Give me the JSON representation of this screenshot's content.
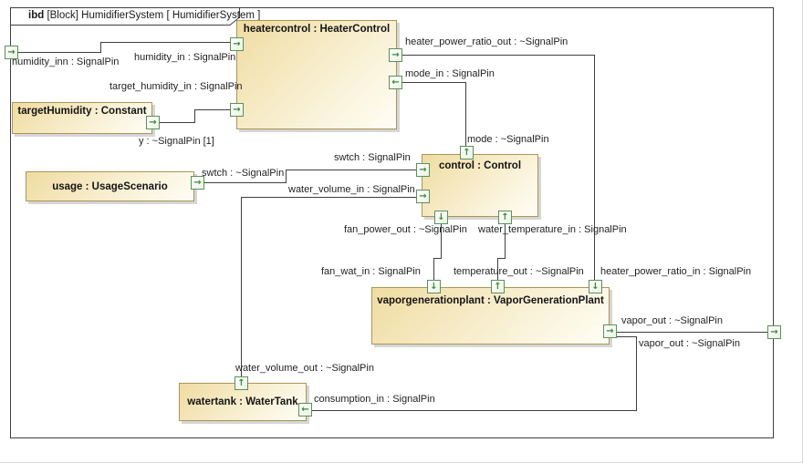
{
  "frame": {
    "title_keyword": "ibd",
    "title_rest": " [Block] HumidifierSystem [ HumidifierSystem ]"
  },
  "blocks": {
    "heatercontrol": {
      "label": "heatercontrol : HeaterControl"
    },
    "targethumidity": {
      "label": "targetHumidity : Constant"
    },
    "usage": {
      "label": "usage : UsageScenario"
    },
    "control": {
      "label": "control : Control"
    },
    "vaporgenerationplant": {
      "label": "vaporgenerationplant : VaporGenerationPlant"
    },
    "watertank": {
      "label": "watertank : WaterTank"
    }
  },
  "pin_labels": {
    "humidity_inn": "humidity_inn : SignalPin",
    "humidity_in": "humidity_in : SignalPin",
    "target_humidity_in": "target_humidity_in : SignalPin",
    "y_out": "y : ~SignalPin [1]",
    "swtch_out": "swtch : ~SignalPin",
    "swtch_in": "swtch : SignalPin",
    "water_volume_in": "water_volume_in : SignalPin",
    "mode_out": "mode : ~SignalPin",
    "mode_in": "mode_in : SignalPin",
    "heater_power_ratio_out": "heater_power_ratio_out : ~SignalPin",
    "heater_power_ratio_in": "heater_power_ratio_in : SignalPin",
    "fan_power_out": "fan_power_out : ~SignalPin",
    "water_temperature_in": "water_temperature_in : SignalPin",
    "fan_wat_in": "fan_wat_in : SignalPin",
    "temperature_out": "temperature_out : ~SignalPin",
    "vapor_out_inner": "vapor_out : ~SignalPin",
    "vapor_out_edge": "vapor_out : ~SignalPin",
    "water_volume_out": "water_volume_out : ~SignalPin",
    "consumption_in": "consumption_in : SignalPin"
  },
  "icons": {
    "right": "→",
    "left": "←",
    "up": "↑",
    "down": "↓"
  },
  "colors": {
    "block_fill_start": "#f0dca2",
    "block_fill_end": "#fffef6",
    "block_border": "#ab9556",
    "port_border": "#5c8f5c",
    "port_arrow": "#3c8a3c",
    "wire": "#3f3f3f",
    "frame_border": "#3f3f3f",
    "text": "#1f1f1f"
  }
}
